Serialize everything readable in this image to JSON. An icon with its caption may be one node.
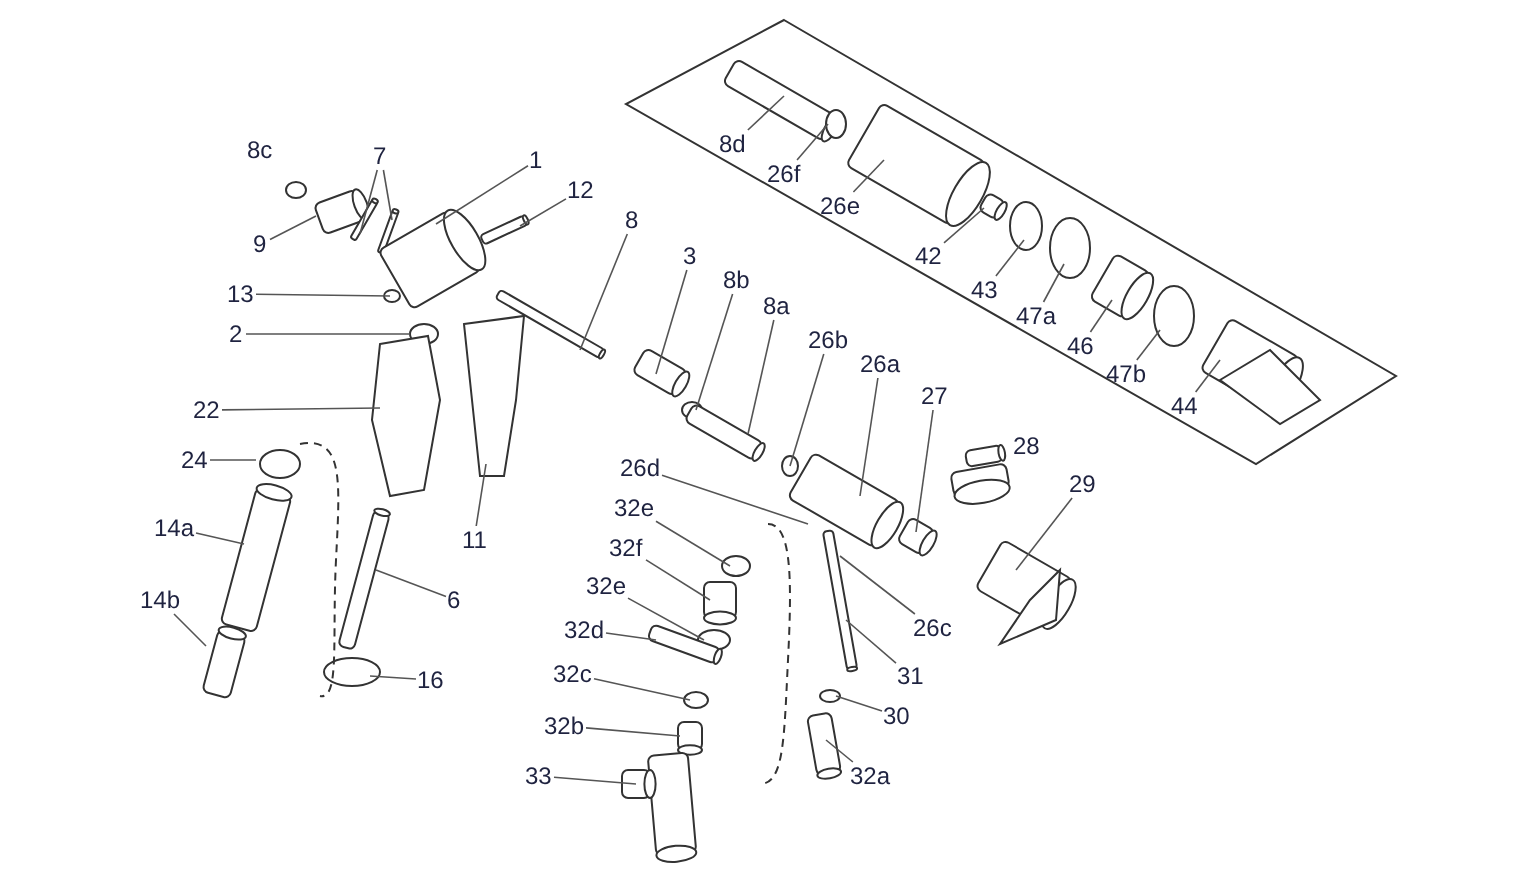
{
  "diagram": {
    "nodes": [
      {
        "text": [
          "7"
        ]
      },
      {
        "text": [
          "1"
        ]
      },
      {
        "text": [
          "12"
        ]
      },
      {
        "text": [
          "9"
        ]
      },
      {
        "text": [
          "13"
        ]
      },
      {
        "text": [
          "2"
        ]
      },
      {
        "text": [
          "22"
        ]
      },
      {
        "text": [
          "24"
        ]
      },
      {
        "text": [
          "14a"
        ]
      },
      {
        "text": [
          "14b"
        ]
      },
      {
        "text": [
          "6"
        ]
      },
      {
        "text": [
          "16"
        ]
      },
      {
        "text": [
          "11"
        ]
      },
      {
        "text": [
          "8"
        ]
      },
      {
        "text": [
          "3"
        ]
      },
      {
        "text": [
          "8b"
        ]
      },
      {
        "text": [
          "8a"
        ]
      },
      {
        "text": [
          "26b"
        ]
      },
      {
        "text": [
          "26a"
        ]
      },
      {
        "text": [
          "27"
        ]
      },
      {
        "text": [
          "29"
        ]
      },
      {
        "text": [
          "26d"
        ]
      },
      {
        "text": [
          "32e"
        ]
      },
      {
        "text": [
          "32f"
        ]
      },
      {
        "text": [
          "32e"
        ]
      },
      {
        "text": [
          "32d"
        ]
      },
      {
        "text": [
          "32c"
        ]
      },
      {
        "text": [
          "32b"
        ]
      },
      {
        "text": [
          "33"
        ]
      },
      {
        "text": [
          "26c"
        ]
      },
      {
        "text": [
          "31"
        ]
      },
      {
        "text": [
          "30"
        ]
      },
      {
        "text": [
          "32a"
        ]
      },
      {
        "text": [
          "8d"
        ]
      },
      {
        "text": [
          "26f"
        ]
      },
      {
        "text": [
          "26e"
        ]
      },
      {
        "text": [
          "42"
        ]
      },
      {
        "text": [
          "43"
        ]
      },
      {
        "text": [
          "47a"
        ]
      },
      {
        "text": [
          "46"
        ]
      },
      {
        "text": [
          "47b"
        ]
      },
      {
        "text": [
          "44"
        ]
      }
    ],
    "edges": [
      {
        "from": 0,
        "to": null,
        "arrow": "none"
      },
      {
        "from": 0,
        "to": null,
        "arrow": "none"
      },
      {
        "from": 1,
        "to": null,
        "arrow": "none"
      },
      {
        "from": 2,
        "to": null,
        "arrow": "none"
      },
      {
        "from": 3,
        "to": null,
        "arrow": "none"
      },
      {
        "from": 4,
        "to": null,
        "arrow": "none"
      },
      {
        "from": 5,
        "to": null,
        "arrow": "none"
      },
      {
        "from": 6,
        "to": null,
        "arrow": "none"
      },
      {
        "from": 7,
        "to": null,
        "arrow": "none"
      },
      {
        "from": 8,
        "to": null,
        "arrow": "none"
      },
      {
        "from": 9,
        "to": null,
        "arrow": "none"
      },
      {
        "from": 10,
        "to": null,
        "arrow": "none"
      },
      {
        "from": 11,
        "to": null,
        "arrow": "none"
      },
      {
        "from": 12,
        "to": null,
        "arrow": "none"
      },
      {
        "from": 13,
        "to": null,
        "arrow": "none"
      },
      {
        "from": 14,
        "to": null,
        "arrow": "none"
      },
      {
        "from": 15,
        "to": null,
        "arrow": "none"
      },
      {
        "from": 16,
        "to": null,
        "arrow": "none"
      },
      {
        "from": 17,
        "to": null,
        "arrow": "none"
      },
      {
        "from": 18,
        "to": null,
        "arrow": "none"
      },
      {
        "from": 19,
        "to": null,
        "arrow": "none"
      },
      {
        "from": 20,
        "to": null,
        "arrow": "none"
      },
      {
        "from": 21,
        "to": null,
        "arrow": "none"
      },
      {
        "from": 22,
        "to": null,
        "arrow": "none"
      },
      {
        "from": 23,
        "to": null,
        "arrow": "none"
      },
      {
        "from": 24,
        "to": null,
        "arrow": "none"
      },
      {
        "from": 25,
        "to": null,
        "arrow": "none"
      },
      {
        "from": 26,
        "to": null,
        "arrow": "none"
      },
      {
        "from": 27,
        "to": null,
        "arrow": "none"
      },
      {
        "from": 28,
        "to": null,
        "arrow": "none"
      },
      {
        "from": 29,
        "to": null,
        "arrow": "none"
      },
      {
        "from": 30,
        "to": null,
        "arrow": "none"
      },
      {
        "from": 31,
        "to": null,
        "arrow": "none"
      },
      {
        "from": 32,
        "to": null,
        "arrow": "none"
      },
      {
        "from": 33,
        "to": null,
        "arrow": "none"
      },
      {
        "from": 34,
        "to": null,
        "arrow": "none"
      },
      {
        "from": 35,
        "to": null,
        "arrow": "none"
      },
      {
        "from": 36,
        "to": null,
        "arrow": "none"
      },
      {
        "from": 37,
        "to": null,
        "arrow": "none"
      },
      {
        "from": 38,
        "to": null,
        "arrow": "none"
      },
      {
        "from": 39,
        "to": null,
        "arrow": "none"
      },
      {
        "from": 40,
        "to": null,
        "arrow": "none"
      },
      {
        "from": 41,
        "to": null,
        "arrow": "none"
      }
    ],
    "labels": [
      "8c",
      "28"
    ]
  }
}
